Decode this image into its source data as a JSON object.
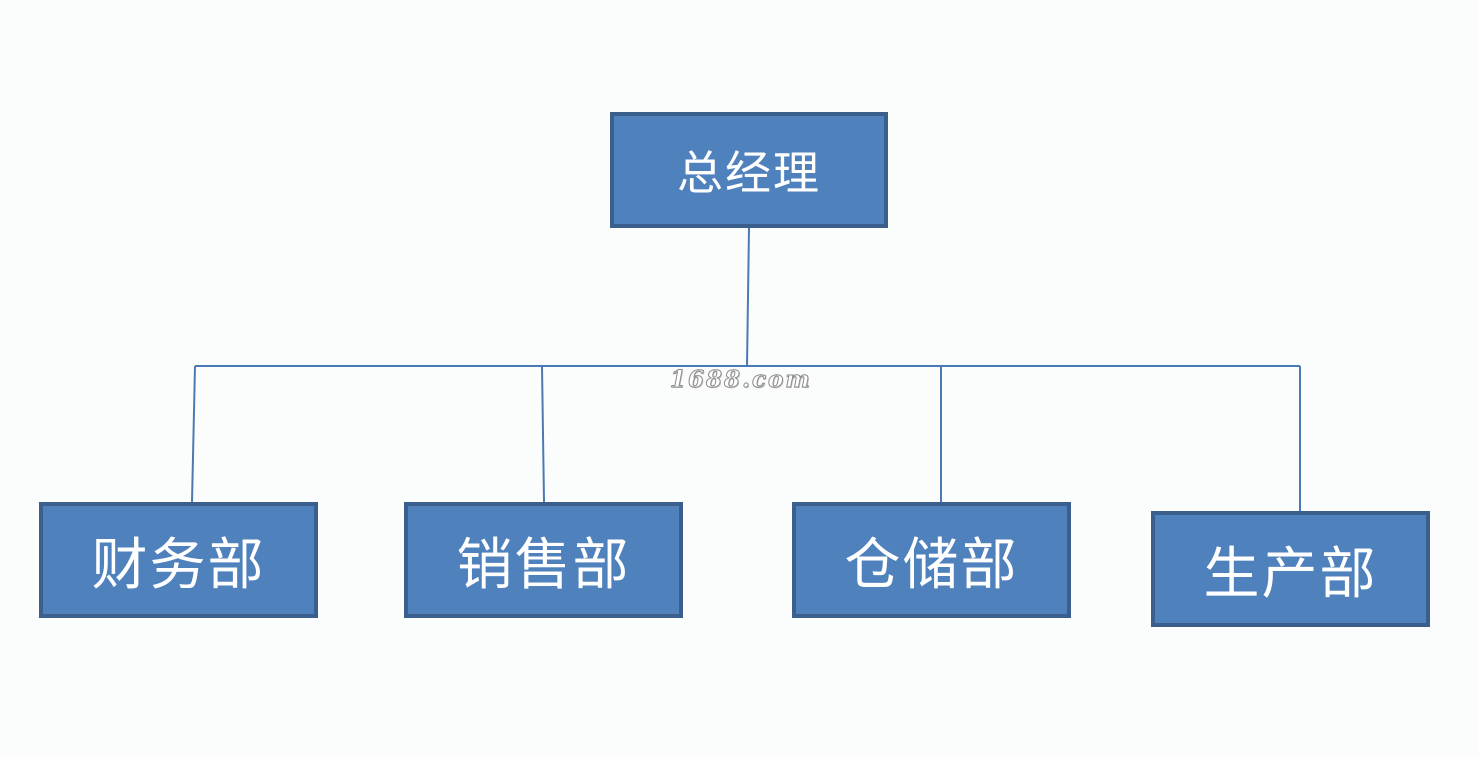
{
  "diagram": {
    "root": {
      "label": "总经理"
    },
    "departments": [
      {
        "id": "finance",
        "label": "财务部"
      },
      {
        "id": "sales",
        "label": "销售部"
      },
      {
        "id": "warehouse",
        "label": "仓储部"
      },
      {
        "id": "production",
        "label": "生产部"
      }
    ]
  },
  "watermark": {
    "text": "1688.com"
  },
  "colors": {
    "node_fill": "#4f81bd",
    "node_border": "#3a5f8c",
    "connector": "#4a7ab5",
    "background": "#fbfcfc"
  }
}
